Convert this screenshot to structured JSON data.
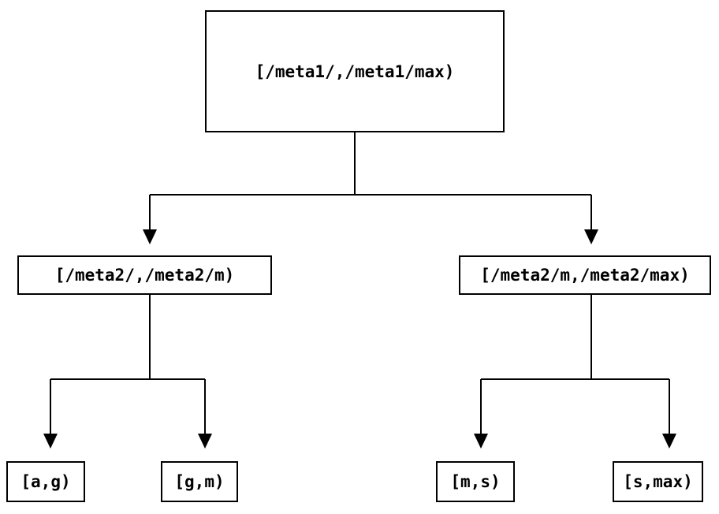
{
  "diagram": {
    "type": "binary-tree",
    "colors": {
      "line": "#000000",
      "text": "#000000",
      "background": "#ffffff"
    },
    "nodes": {
      "root": {
        "label": "[/meta1/,/meta1/max)"
      },
      "meta2_left": {
        "label": "[/meta2/,/meta2/m)"
      },
      "meta2_right": {
        "label": "[/meta2/m,/meta2/max)"
      },
      "leaf_ag": {
        "label": "[a,g)"
      },
      "leaf_gm": {
        "label": "[g,m)"
      },
      "leaf_ms": {
        "label": "[m,s)"
      },
      "leaf_smax": {
        "label": "[s,max)"
      }
    },
    "edges": [
      {
        "from": "root",
        "to": "meta2_left"
      },
      {
        "from": "root",
        "to": "meta2_right"
      },
      {
        "from": "meta2_left",
        "to": "leaf_ag"
      },
      {
        "from": "meta2_left",
        "to": "leaf_gm"
      },
      {
        "from": "meta2_right",
        "to": "leaf_ms"
      },
      {
        "from": "meta2_right",
        "to": "leaf_smax"
      }
    ]
  }
}
